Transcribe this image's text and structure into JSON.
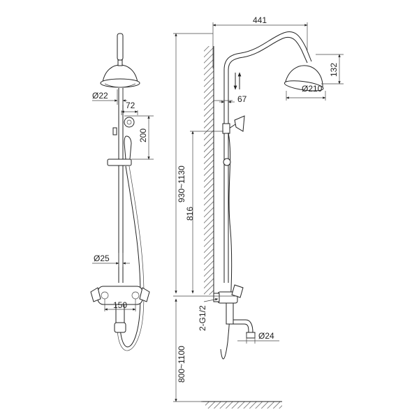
{
  "colors": {
    "line": "#222222",
    "background": "#ffffff"
  },
  "dimensions": {
    "outlet_diameter": "Ø22",
    "handshower_offset": "72",
    "handshower_height": "200",
    "riser_diameter": "Ø25",
    "valve_width": "150",
    "arm_length": "441",
    "head_height": "132",
    "head_diameter": "Ø210",
    "adjust_range": "67",
    "total_height": "930~1130",
    "slide_length": "816",
    "thread": "2-G1/2",
    "install_height": "800~1100",
    "spout_diameter": "Ø24"
  }
}
